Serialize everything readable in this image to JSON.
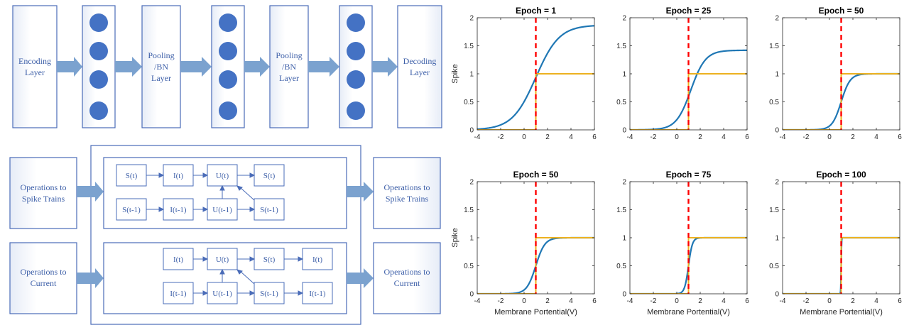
{
  "pipeline": {
    "encoding": [
      "Encoding",
      "Layer"
    ],
    "pooling1": [
      "Pooling",
      "/BN",
      "Layer"
    ],
    "pooling2": [
      "Pooling",
      "/BN",
      "Layer"
    ],
    "decoding": [
      "Decoding",
      "Layer"
    ]
  },
  "operations": {
    "spike_in": [
      "Operations to",
      "Spike Trains"
    ],
    "spike_out": [
      "Operations to",
      "Spike Trains"
    ],
    "current_in": [
      "Operations to",
      "Current"
    ],
    "current_out": [
      "Operations to",
      "Current"
    ],
    "spike_row1": [
      "S(t)",
      "I(t)",
      "U(t)",
      "S(t)"
    ],
    "spike_row2": [
      "S(t-1)",
      "I(t-1)",
      "U(t-1)",
      "S(t-1)"
    ],
    "current_row1": [
      "I(t)",
      "U(t)",
      "S(t)",
      "I(t)"
    ],
    "current_row2": [
      "I(t-1)",
      "U(t-1)",
      "S(t-1)",
      "I(t-1)"
    ]
  },
  "colors": {
    "box_border": "#4a6cb8",
    "arrow": "#7ba2cf",
    "neuron": "#4472c4",
    "curve": "#1f77b4",
    "step": "#edb120",
    "threshold": "#ff0000"
  },
  "chart_data": [
    {
      "type": "line",
      "title": "Epoch = 1",
      "ylabel": "Spike",
      "xlabel": "",
      "xlim": [
        -4,
        6
      ],
      "ylim": [
        0,
        2
      ],
      "xticks": [
        -4,
        -2,
        0,
        2,
        4,
        6
      ],
      "yticks": [
        0,
        0.5,
        1,
        1.5,
        2
      ],
      "threshold_x": 1,
      "series": [
        {
          "kind": "sigmoid",
          "amplitude": 1.87,
          "center": 1,
          "slope": 1.0
        },
        {
          "kind": "step",
          "step_at": 1,
          "low": 0,
          "high": 1
        }
      ]
    },
    {
      "type": "line",
      "title": "Epoch = 25",
      "ylabel": "",
      "xlabel": "",
      "xlim": [
        -4,
        6
      ],
      "ylim": [
        0,
        2
      ],
      "xticks": [
        -4,
        -2,
        0,
        2,
        4,
        6
      ],
      "yticks": [
        0,
        0.5,
        1,
        1.5,
        2
      ],
      "threshold_x": 1,
      "series": [
        {
          "kind": "sigmoid",
          "amplitude": 1.42,
          "center": 1.2,
          "slope": 1.6
        },
        {
          "kind": "step",
          "step_at": 1,
          "low": 0,
          "high": 1
        }
      ]
    },
    {
      "type": "line",
      "title": "Epoch = 50",
      "ylabel": "",
      "xlabel": "",
      "xlim": [
        -4,
        6
      ],
      "ylim": [
        0,
        2
      ],
      "xticks": [
        -4,
        -2,
        0,
        2,
        4,
        6
      ],
      "yticks": [
        0,
        0.5,
        1,
        1.5,
        2
      ],
      "threshold_x": 1,
      "series": [
        {
          "kind": "sigmoid",
          "amplitude": 1.0,
          "center": 1,
          "slope": 2.6
        },
        {
          "kind": "step",
          "step_at": 1,
          "low": 0,
          "high": 1
        }
      ]
    },
    {
      "type": "line",
      "title": "Epoch = 50",
      "ylabel": "Spike",
      "xlabel": "Membrane Portential(V)",
      "xlim": [
        -4,
        6
      ],
      "ylim": [
        0,
        2
      ],
      "xticks": [
        -4,
        -2,
        0,
        2,
        4,
        6
      ],
      "yticks": [
        0,
        0.5,
        1,
        1.5,
        2
      ],
      "threshold_x": 1,
      "series": [
        {
          "kind": "sigmoid",
          "amplitude": 1.0,
          "center": 1,
          "slope": 2.6
        },
        {
          "kind": "step",
          "step_at": 1,
          "low": 0,
          "high": 1
        }
      ]
    },
    {
      "type": "line",
      "title": "Epoch = 75",
      "ylabel": "",
      "xlabel": "Membrane Portential(V)",
      "xlim": [
        -4,
        6
      ],
      "ylim": [
        0,
        2
      ],
      "xticks": [
        -4,
        -2,
        0,
        2,
        4,
        6
      ],
      "yticks": [
        0,
        0.5,
        1,
        1.5,
        2
      ],
      "threshold_x": 1,
      "series": [
        {
          "kind": "sigmoid",
          "amplitude": 1.0,
          "center": 1,
          "slope": 6
        },
        {
          "kind": "step",
          "step_at": 1,
          "low": 0,
          "high": 1
        }
      ]
    },
    {
      "type": "line",
      "title": "Epoch = 100",
      "ylabel": "",
      "xlabel": "Membrane Portential(V)",
      "xlim": [
        -4,
        6
      ],
      "ylim": [
        0,
        2
      ],
      "xticks": [
        -4,
        -2,
        0,
        2,
        4,
        6
      ],
      "yticks": [
        0,
        0.5,
        1,
        1.5,
        2
      ],
      "threshold_x": 1,
      "series": [
        {
          "kind": "sigmoid",
          "amplitude": 1.0,
          "center": 1,
          "slope": 60
        },
        {
          "kind": "step",
          "step_at": 1,
          "low": 0,
          "high": 1
        }
      ]
    }
  ]
}
